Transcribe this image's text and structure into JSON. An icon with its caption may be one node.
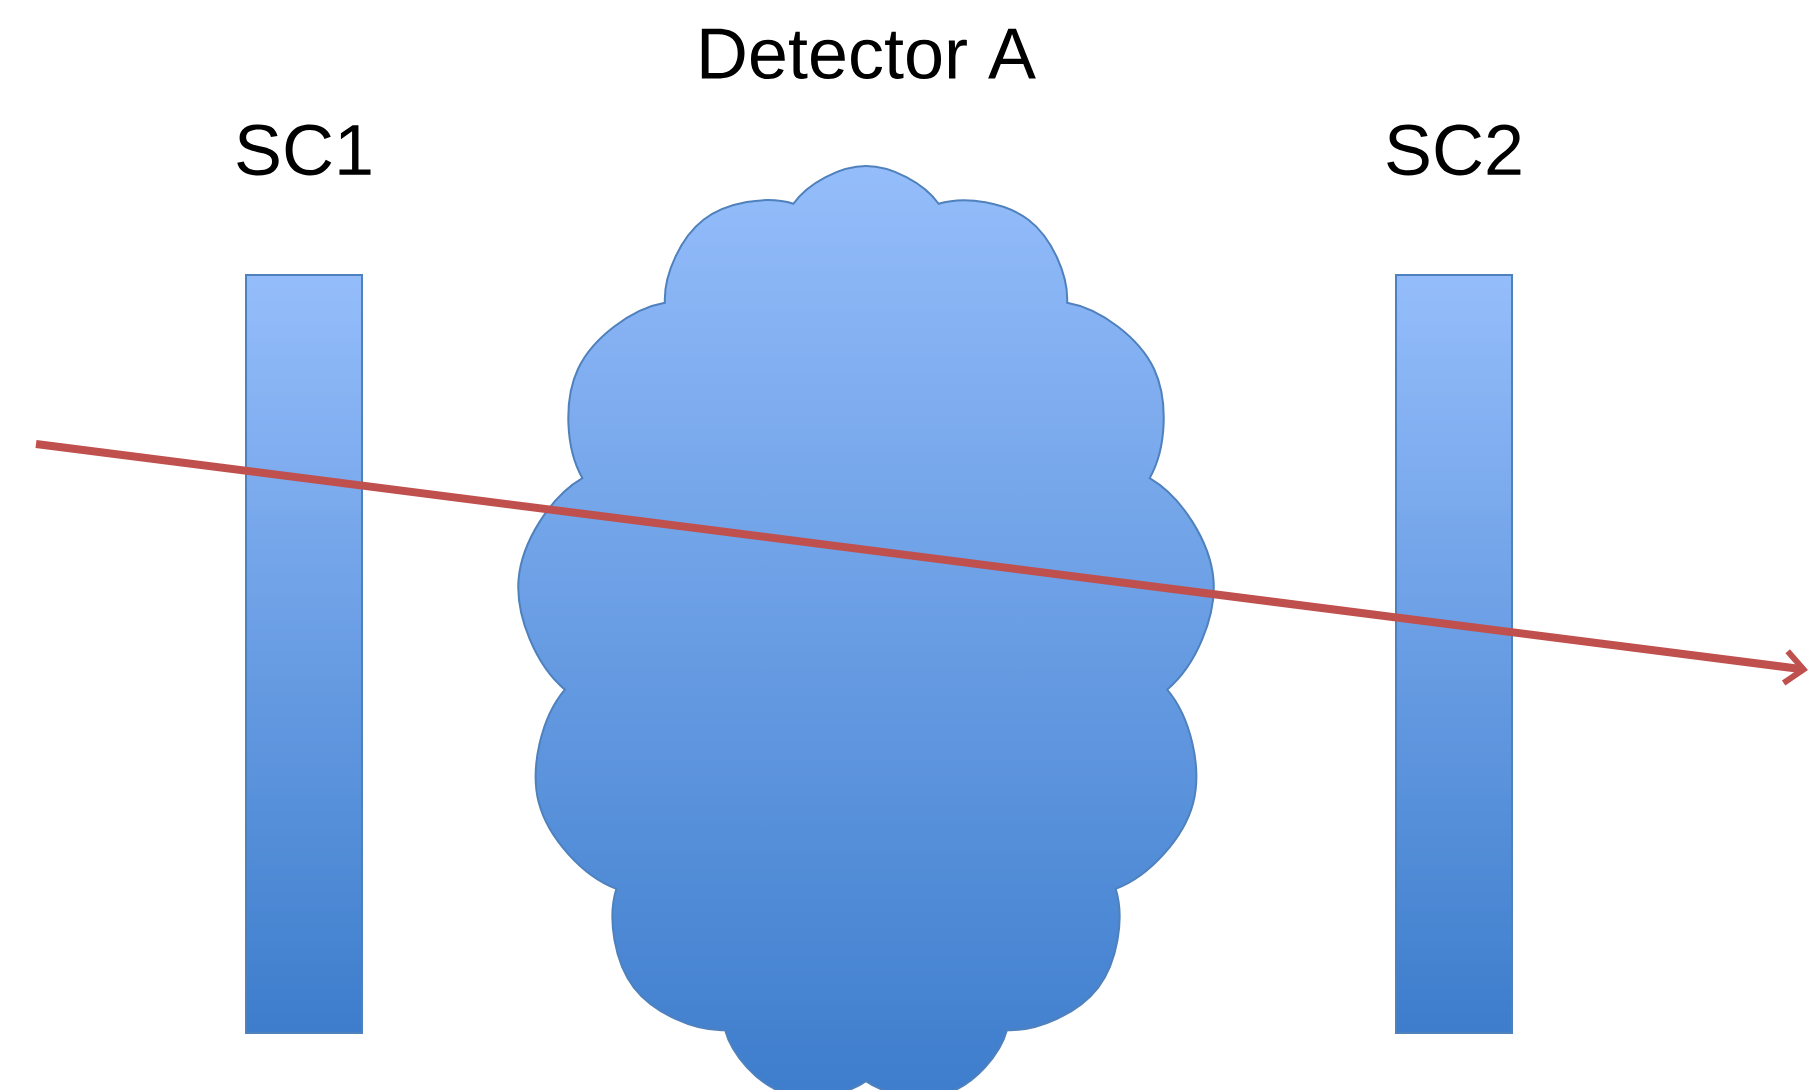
{
  "diagram": {
    "nodes": [
      {
        "text": [
          "SC1"
        ]
      },
      {
        "text": [
          "Detector A"
        ]
      },
      {
        "text": [
          "SC2"
        ]
      }
    ]
  }
}
